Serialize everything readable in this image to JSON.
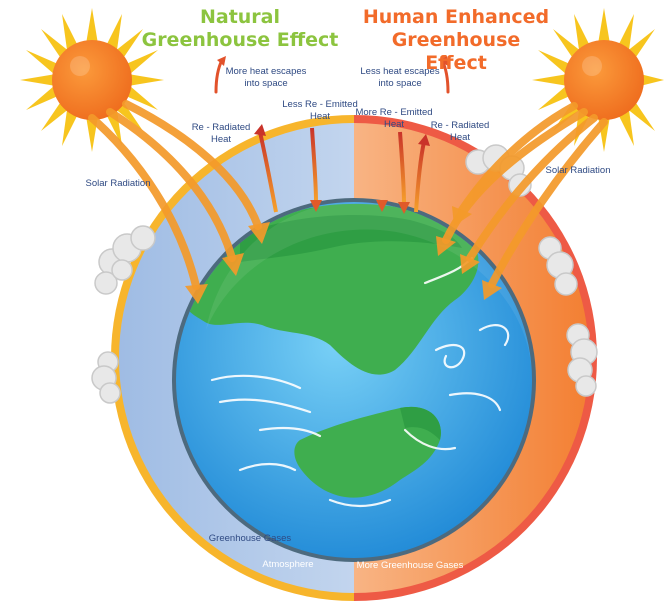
{
  "titles": {
    "natural": {
      "line1": "Natural",
      "line2": "Greenhouse Effect",
      "color": "#8cc43f"
    },
    "human": {
      "line1": "Human Enhanced",
      "line2": "Greenhouse Effect",
      "color": "#f26b2a"
    }
  },
  "labels": {
    "solar_left": "Solar Radiation",
    "solar_right": "Solar Radiation",
    "escape_left": [
      "More heat escapes",
      "into space"
    ],
    "escape_right": [
      "Less heat escapes",
      "into space"
    ],
    "reradiated_left": [
      "Re - Radiated",
      "Heat"
    ],
    "reradiated_right": [
      "Re - Radiated",
      "Heat"
    ],
    "less_emitted": [
      "Less Re - Emitted",
      "Heat"
    ],
    "more_emitted": [
      "More Re - Emitted",
      "Heat"
    ],
    "greenhouse_gases": "Greenhouse Gases",
    "more_greenhouse_gases": "More Greenhouse Gases",
    "atmosphere": "Atmosphere"
  },
  "colors": {
    "sun": "#f5832a",
    "sun_rays": "#f7c51e",
    "left_ring": "#f7b52c",
    "right_ring": "#ee5a45",
    "ocean": "#2a9fe0",
    "land": "#3fae4f",
    "arrow": "#f49a2a"
  }
}
